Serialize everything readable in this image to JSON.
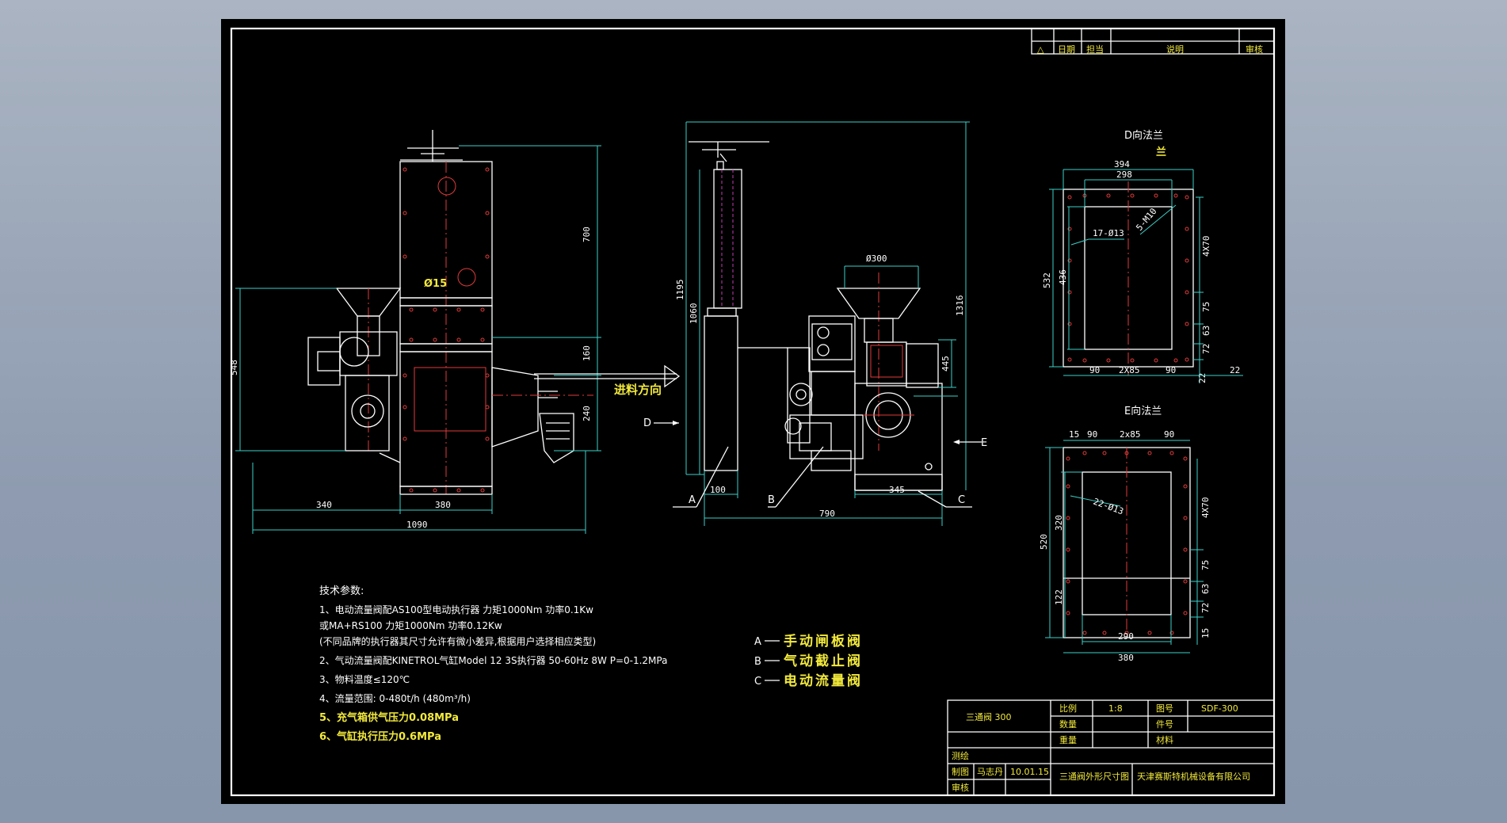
{
  "revision_table": {
    "symbol": "△",
    "date": "日期",
    "person": "担当",
    "description": "说明",
    "review": "审核"
  },
  "views": {
    "d_view_title": "D向法兰",
    "e_view_title": "E向法兰",
    "feed_direction": "进料方向",
    "arrow_d": "D",
    "arrow_e": "E",
    "label_a": "A",
    "label_b": "B",
    "label_c": "C"
  },
  "dimensions": {
    "front": {
      "d700": "700",
      "d160": "160",
      "d240": "240",
      "d548": "548",
      "d340": "340",
      "d380": "380",
      "d1090": "1090",
      "hole15": "Ø15"
    },
    "side": {
      "d1195": "1195",
      "d1060": "1060",
      "d1316": "1316",
      "d445": "445",
      "d300": "Ø300",
      "d100": "100",
      "d345": "345",
      "d790": "790"
    },
    "flange_d": {
      "d394": "394",
      "d298": "298",
      "d532": "532",
      "d436": "436",
      "holes17": "17-Ø13",
      "m10": "5-M10",
      "d4x70": "4X70",
      "d75": "75",
      "d63": "63",
      "d72": "72",
      "d90a": "90",
      "d2x85": "2X85",
      "d90b": "90",
      "d22a": "22",
      "d22b": "22"
    },
    "flange_e": {
      "d15": "15",
      "d90a": "90",
      "d2x85": "2x85",
      "d90b": "90",
      "d520": "520",
      "d320": "320",
      "d122": "122",
      "holes22": "22-Ø13",
      "d4x70": "4X70",
      "d75": "75",
      "d63": "63",
      "d72": "72",
      "d15b": "15",
      "d290": "290",
      "d380": "380"
    }
  },
  "legend": [
    {
      "key": "A",
      "text": "手动闸板阀"
    },
    {
      "key": "B",
      "text": "气动截止阀"
    },
    {
      "key": "C",
      "text": "电动流量阀"
    }
  ],
  "notes": {
    "title": "技术参数:",
    "lines": [
      "1、电动流量阀配AS100型电动执行器  力矩1000Nm  功率0.1Kw",
      "    或MA+RS100  力矩1000Nm  功率0.12Kw",
      "    (不同品牌的执行器其尺寸允许有微小差异,根据用户选择相应类型)",
      "2、气动流量阀配KINETROL气缸Model 12 3S执行器   50-60Hz  8W   P=0-1.2MPa",
      "3、物料温度≤120℃",
      "4、流量范围: 0-480t/h  (480m³/h)"
    ],
    "highlight_lines": [
      "5、充气箱供气压力0.08MPa",
      "6、气缸执行压力0.6MPa"
    ]
  },
  "title_block": {
    "name": "三通阀  300",
    "scale_label": "比例",
    "scale_value": "1:8",
    "drawing_no_label": "图号",
    "drawing_no_value": "SDF-300",
    "qty_label": "数量",
    "part_no_label": "件号",
    "weight_label": "重量",
    "material_label": "材料",
    "drafted_label": "测绘",
    "drawn_label": "制图",
    "drawn_by": "马志丹",
    "date": "10.01.15",
    "checked_label": "审核",
    "drawing_title": "三通阀外形尺寸图",
    "company": "天津赛斯特机械设备有限公司"
  },
  "colors": {
    "outline": "#ffffff",
    "dimension": "#3ad0c8",
    "centerline": "#e03a3a",
    "text": "#f2e93c",
    "hidden": "#c23ab0",
    "sheet": "#000000"
  }
}
